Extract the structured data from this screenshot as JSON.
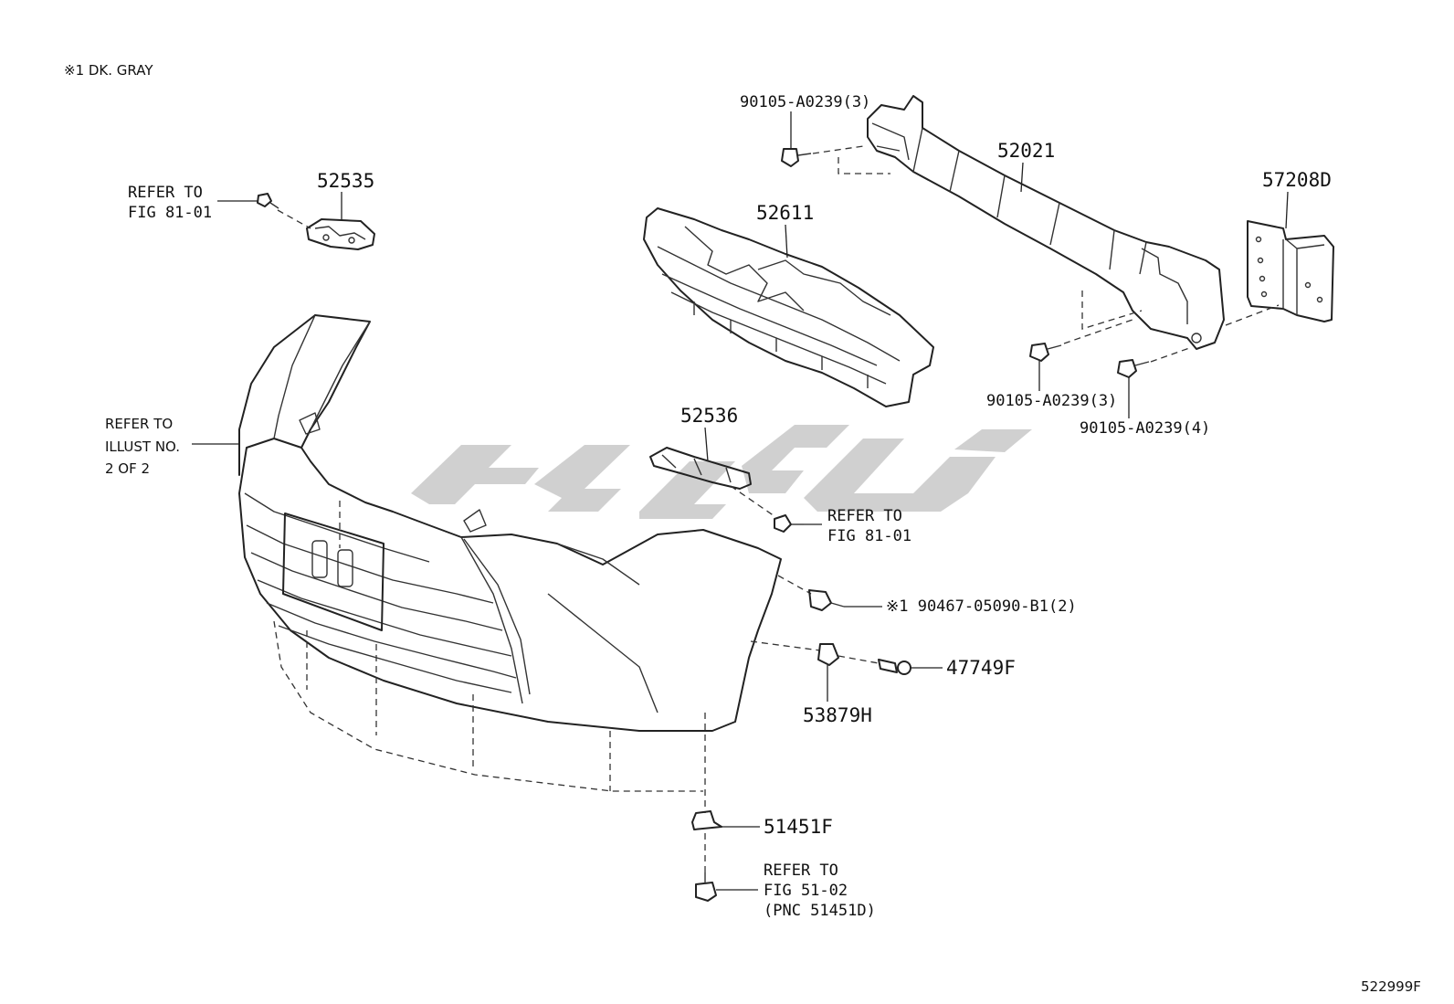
{
  "note": "※1 DK. GRAY",
  "figure_id": "522999F",
  "labels": {
    "p52535": "52535",
    "p52611": "52611",
    "p52021": "52021",
    "p57208D": "57208D",
    "p52536": "52536",
    "p47749F": "47749F",
    "p53879H": "53879H",
    "p51451F": "51451F",
    "bolt_top": "90105-A0239(3)",
    "bolt_mid": "90105-A0239(3)",
    "bolt_bottom": "90105-A0239(4)",
    "clip_dk_gray": "※1 90467-05090-B1(2)"
  },
  "refs": {
    "fig81_a_line1": "REFER TO",
    "fig81_a_line2": "FIG 81-01",
    "fig81_b_line1": "REFER TO",
    "fig81_b_line2": "FIG 81-01",
    "illust_line1": "REFER TO",
    "illust_line2": "ILLUST NO.",
    "illust_line3": "2 OF 2",
    "fig51_line1": "REFER TO",
    "fig51_line2": "FIG 51-02",
    "fig51_line3": "(PNC 51451D)"
  },
  "colors": {
    "line": "#222222",
    "watermark": "#c8c8c8",
    "background": "#ffffff"
  }
}
